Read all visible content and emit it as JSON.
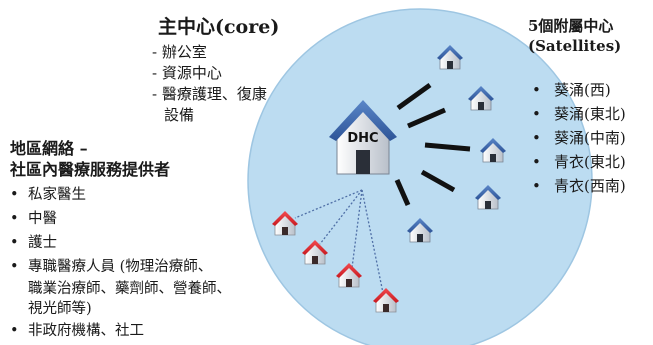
{
  "core": {
    "title": "主中心(core)",
    "items": [
      "辦公室",
      "資源中心",
      "醫療護理、復康"
    ],
    "items_continuation": "設備"
  },
  "satellites": {
    "title_line1": "5個附屬中心",
    "title_line2": "(Satellites)",
    "items": [
      "葵涌(西)",
      "葵涌(東北)",
      "葵涌(中南)",
      "青衣(東北)",
      "青衣(西南)"
    ]
  },
  "network": {
    "title_line1": "地區網絡 –",
    "title_line2": "社區內醫療服務提供者",
    "items": [
      "私家醫生",
      "中醫",
      "護士",
      "專職醫療人員 (物理治療師、",
      "非政府機構、社工"
    ],
    "item4_continuation_1": "職業治療師、藥劑師、營養師、",
    "item4_continuation_2": "視光師等)"
  },
  "hub_label": "DHC",
  "colors": {
    "circle_fill": "#bcdcf1",
    "circle_stroke": "#9ec6e2",
    "roof_blue": "#3d68ad",
    "roof_red": "#e3222a",
    "wall": "#eef0f3",
    "connector": "#111111",
    "dotted_line": "#4f6fa6"
  },
  "icons": [
    "dhc-hub-house-icon",
    "satellite-house-icon",
    "network-house-icon"
  ]
}
